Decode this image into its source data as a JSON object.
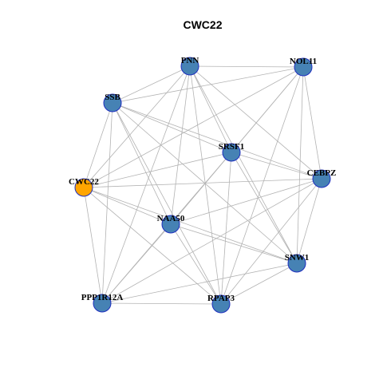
{
  "title": "CWC22",
  "colors": {
    "highlight_node": "#FFA500",
    "default_node": "#4682B4",
    "node_border": "#1F2FBF",
    "edge": "#B3B3B3"
  },
  "nodes": [
    {
      "id": "PNN",
      "label": "PNN",
      "highlight": false
    },
    {
      "id": "NOL11",
      "label": "NOL11",
      "highlight": false
    },
    {
      "id": "SSB",
      "label": "SSB",
      "highlight": false
    },
    {
      "id": "SRSF1",
      "label": "SRSF1",
      "highlight": false
    },
    {
      "id": "CEBPZ",
      "label": "CEBPZ",
      "highlight": false
    },
    {
      "id": "CWC22",
      "label": "CWC22",
      "highlight": true
    },
    {
      "id": "NAA50",
      "label": "NAA50",
      "highlight": false
    },
    {
      "id": "SNW1",
      "label": "SNW1",
      "highlight": false
    },
    {
      "id": "PPP1R12A",
      "label": "PPP1R12A",
      "highlight": false
    },
    {
      "id": "RPAP3",
      "label": "RPAP3",
      "highlight": false
    }
  ],
  "edges": [
    [
      "PNN",
      "NOL11"
    ],
    [
      "PNN",
      "SSB"
    ],
    [
      "PNN",
      "SRSF1"
    ],
    [
      "PNN",
      "CEBPZ"
    ],
    [
      "PNN",
      "CWC22"
    ],
    [
      "PNN",
      "NAA50"
    ],
    [
      "PNN",
      "SNW1"
    ],
    [
      "PNN",
      "PPP1R12A"
    ],
    [
      "PNN",
      "RPAP3"
    ],
    [
      "NOL11",
      "SSB"
    ],
    [
      "NOL11",
      "SRSF1"
    ],
    [
      "NOL11",
      "CEBPZ"
    ],
    [
      "NOL11",
      "CWC22"
    ],
    [
      "NOL11",
      "NAA50"
    ],
    [
      "NOL11",
      "SNW1"
    ],
    [
      "NOL11",
      "RPAP3"
    ],
    [
      "SSB",
      "SRSF1"
    ],
    [
      "SSB",
      "CEBPZ"
    ],
    [
      "SSB",
      "CWC22"
    ],
    [
      "SSB",
      "NAA50"
    ],
    [
      "SSB",
      "SNW1"
    ],
    [
      "SSB",
      "PPP1R12A"
    ],
    [
      "SSB",
      "RPAP3"
    ],
    [
      "SRSF1",
      "CEBPZ"
    ],
    [
      "SRSF1",
      "CWC22"
    ],
    [
      "SRSF1",
      "NAA50"
    ],
    [
      "SRSF1",
      "SNW1"
    ],
    [
      "SRSF1",
      "PPP1R12A"
    ],
    [
      "SRSF1",
      "RPAP3"
    ],
    [
      "CEBPZ",
      "CWC22"
    ],
    [
      "CEBPZ",
      "NAA50"
    ],
    [
      "CEBPZ",
      "SNW1"
    ],
    [
      "CEBPZ",
      "PPP1R12A"
    ],
    [
      "CEBPZ",
      "RPAP3"
    ],
    [
      "CWC22",
      "NAA50"
    ],
    [
      "CWC22",
      "SNW1"
    ],
    [
      "CWC22",
      "PPP1R12A"
    ],
    [
      "CWC22",
      "RPAP3"
    ],
    [
      "NAA50",
      "SNW1"
    ],
    [
      "NAA50",
      "PPP1R12A"
    ],
    [
      "NAA50",
      "RPAP3"
    ],
    [
      "SNW1",
      "PPP1R12A"
    ],
    [
      "SNW1",
      "RPAP3"
    ],
    [
      "PPP1R12A",
      "RPAP3"
    ]
  ]
}
